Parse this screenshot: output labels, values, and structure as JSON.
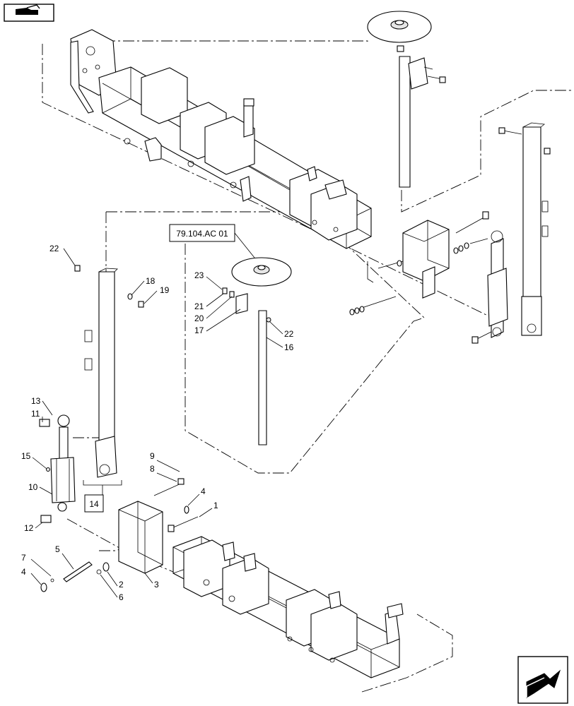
{
  "reference_box": "79.104.AC 01",
  "group_box": "14",
  "callouts": {
    "c1": "1",
    "c2": "2",
    "c3": "3",
    "c4a": "4",
    "c4b": "4",
    "c5": "5",
    "c6": "6",
    "c7": "7",
    "c8": "8",
    "c9": "9",
    "c10": "10",
    "c11": "11",
    "c12": "12",
    "c13": "13",
    "c15": "15",
    "c16": "16",
    "c17": "17",
    "c18": "18",
    "c19": "19",
    "c20": "20",
    "c21": "21",
    "c22a": "22",
    "c22b": "22",
    "c23": "23"
  },
  "icons": {
    "top_left": "book-icon",
    "bottom_right": "arrow-icon"
  }
}
